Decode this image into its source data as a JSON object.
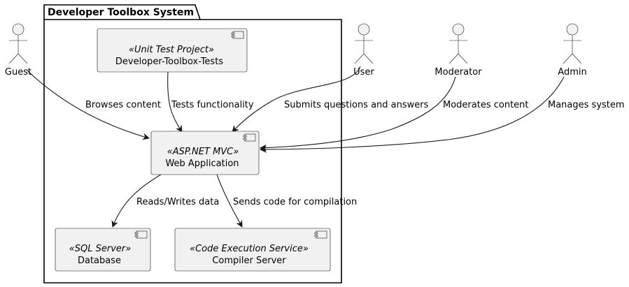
{
  "package": {
    "title": "Developer Toolbox System"
  },
  "actors": {
    "guest": "Guest",
    "user": "User",
    "moderator": "Moderator",
    "admin": "Admin"
  },
  "components": {
    "tests": {
      "stereotype": "«Unit Test Project»",
      "name": "Developer-Toolbox-Tests"
    },
    "web": {
      "stereotype": "«ASP.NET MVC»",
      "name": "Web Application"
    },
    "db": {
      "stereotype": "«SQL Server»",
      "name": "Database"
    },
    "compiler": {
      "stereotype": "«Code Execution Service»",
      "name": "Compiler Server"
    }
  },
  "edges": {
    "guest_web": "Browses content",
    "tests_web": "Tests functionality",
    "user_web": "Submits questions and answers",
    "moderator_web": "Moderates content",
    "admin_web": "Manages system",
    "web_db": "Reads/Writes data",
    "web_compiler": "Sends code for compilation"
  }
}
